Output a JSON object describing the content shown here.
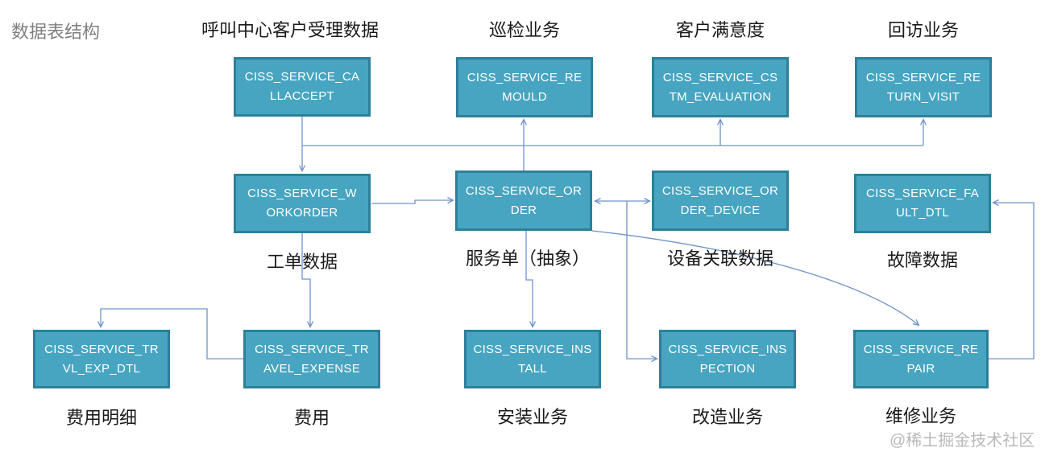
{
  "title": "数据表结构",
  "watermark": "@稀土掘金技术社区",
  "colors": {
    "box_fill": "#47a5c1",
    "box_border": "#2e7f99",
    "box_text": "#ffffff",
    "connector": "#6f93c8",
    "label_text": "#1a1a1a",
    "title_text": "#7f7f7f"
  },
  "nodes": [
    {
      "id": "callaccept",
      "table": "CISS_SERVICE_CA\nLLACCEPT",
      "label": "呼叫中心客户受理数据",
      "label_pos": "above"
    },
    {
      "id": "remould",
      "table": "CISS_SERVICE_RE\nMOULD",
      "label": "巡检业务",
      "label_pos": "above"
    },
    {
      "id": "cstm",
      "table": "CISS_SERVICE_CS\nTM_EVALUATION",
      "label": "客户满意度",
      "label_pos": "above"
    },
    {
      "id": "return",
      "table": "CISS_SERVICE_RE\nTURN_VISIT",
      "label": "回访业务",
      "label_pos": "above"
    },
    {
      "id": "workorder",
      "table": "CISS_SERVICE_W\nORKORDER",
      "label": "工单数据",
      "label_pos": "below"
    },
    {
      "id": "order",
      "table": "CISS_SERVICE_OR\nDER",
      "label": "服务单（抽象）",
      "label_pos": "below"
    },
    {
      "id": "orderdevice",
      "table": "CISS_SERVICE_OR\nDER_DEVICE",
      "label": "设备关联数据",
      "label_pos": "below"
    },
    {
      "id": "faultdtl",
      "table": "CISS_SERVICE_FA\nULT_DTL",
      "label": "故障数据",
      "label_pos": "below"
    },
    {
      "id": "trvlexpdtl",
      "table": "CISS_SERVICE_TR\nVL_EXP_DTL",
      "label": "费用明细",
      "label_pos": "below"
    },
    {
      "id": "travelexpense",
      "table": "CISS_SERVICE_TR\nAVEL_EXPENSE",
      "label": "费用",
      "label_pos": "below"
    },
    {
      "id": "install",
      "table": "CISS_SERVICE_INS\nTALL",
      "label": "安装业务",
      "label_pos": "below"
    },
    {
      "id": "inspection",
      "table": "CISS_SERVICE_INS\nPECTION",
      "label": "改造业务",
      "label_pos": "below"
    },
    {
      "id": "repair",
      "table": "CISS_SERVICE_RE\nPAIR",
      "label": "维修业务",
      "label_pos": "below"
    }
  ],
  "edges": [
    {
      "from": "callaccept",
      "to": "workorder"
    },
    {
      "from": "order",
      "to": "remould"
    },
    {
      "from": "order",
      "to": "cstm"
    },
    {
      "from": "order",
      "to": "return"
    },
    {
      "from": "workorder",
      "to": "order"
    },
    {
      "from": "order",
      "to": "orderdevice",
      "arrows": "both",
      "branch_to": "inspection"
    },
    {
      "from": "order",
      "to": "install"
    },
    {
      "from": "order",
      "to": "repair",
      "style": "curved"
    },
    {
      "from": "workorder",
      "to": "travelexpense"
    },
    {
      "from": "travelexpense",
      "to": "trvlexpdtl"
    },
    {
      "from": "repair",
      "to": "faultdtl"
    }
  ]
}
